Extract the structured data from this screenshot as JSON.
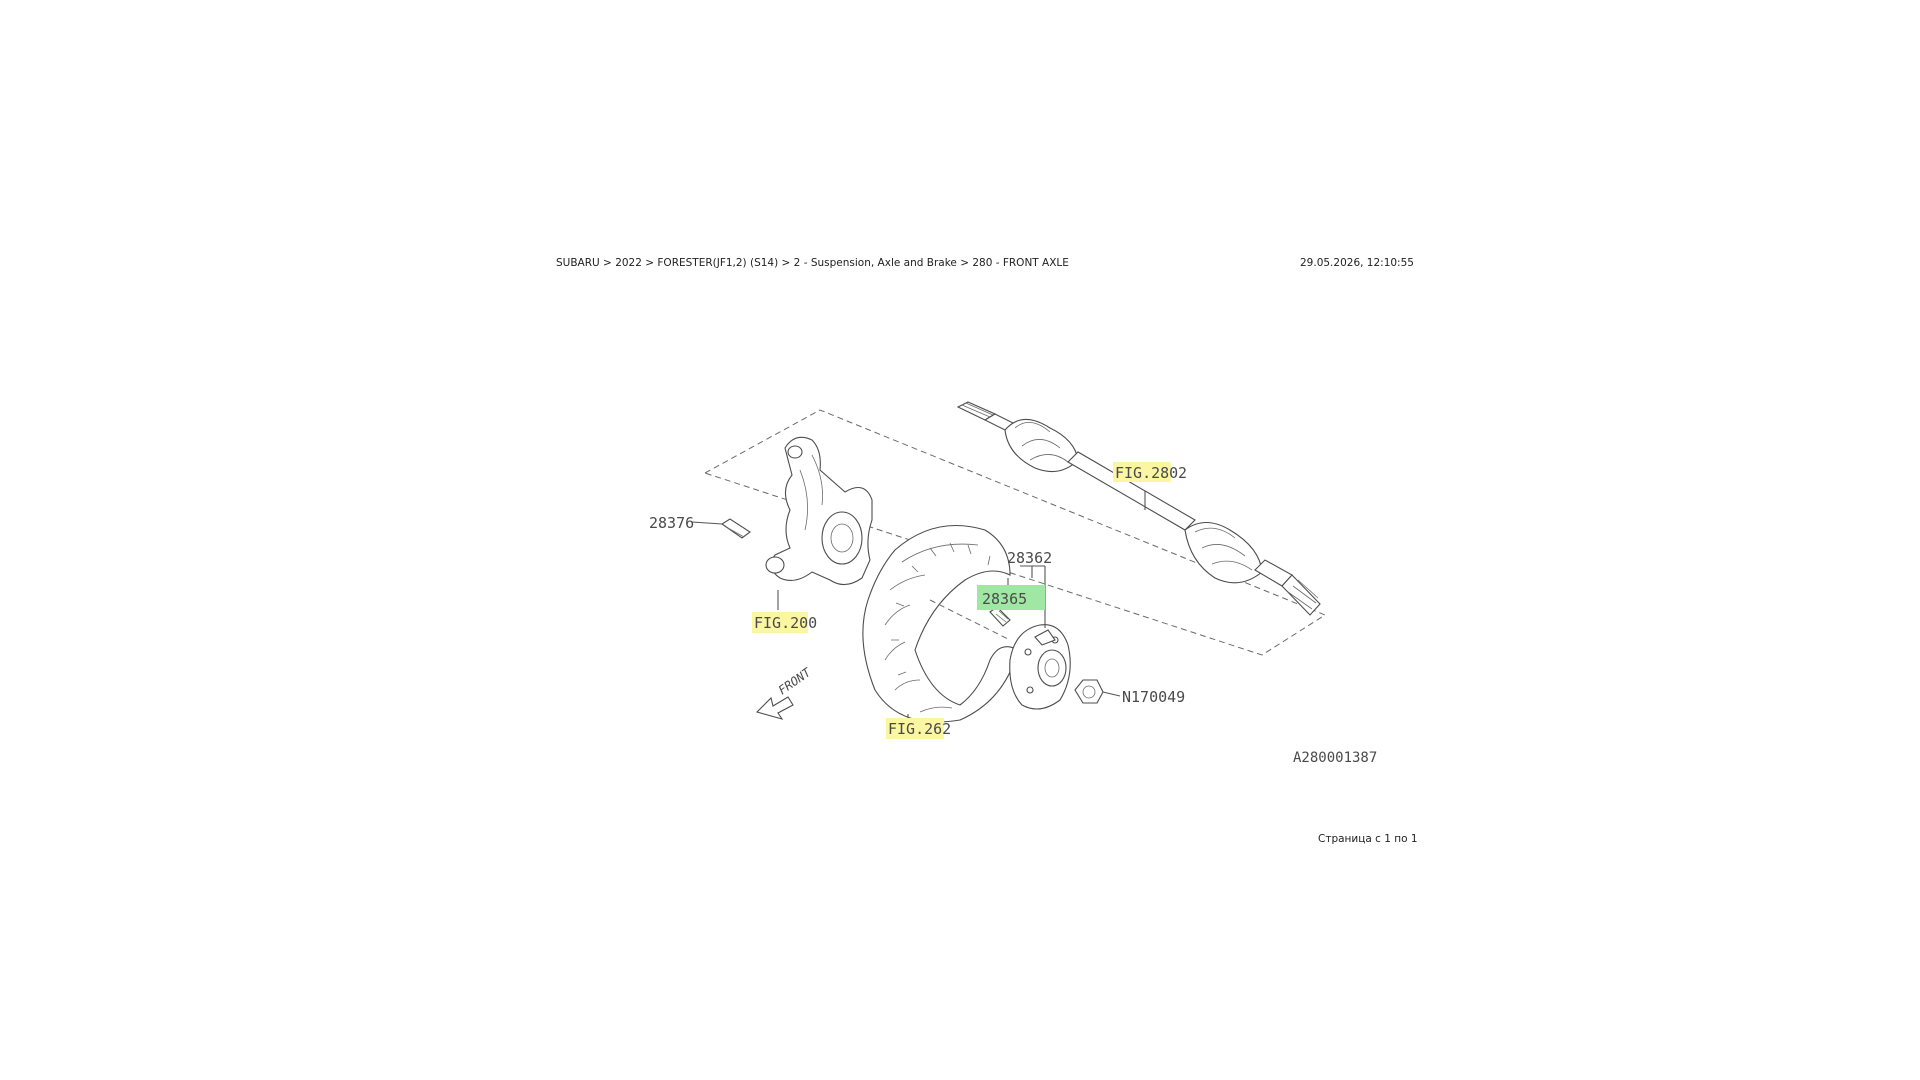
{
  "header": {
    "breadcrumb": "SUBARU > 2022 > FORESTER(JF1,2) (S14) > 2 - Suspension, Axle and Brake > 280 - FRONT AXLE",
    "timestamp": "29.05.2026, 12:10:55"
  },
  "footer": {
    "page_indicator": "Страница с 1 по 1"
  },
  "diagram": {
    "colors": {
      "highlight_yellow": "#fbf6a2",
      "highlight_green": "#9fe7a3",
      "line": "#555555"
    },
    "labels": {
      "axle_fig": "FIG.280",
      "axle_qty": "2",
      "knuckle_bolt": "28376",
      "knuckle_fig": "FIG.200",
      "hub_unit": "28362",
      "hub_bolt": "28365",
      "hub_nut": "N170049",
      "backing_plate_fig": "FIG.262",
      "front_arrow": "FRONT",
      "drawing_number": "A280001387"
    }
  }
}
